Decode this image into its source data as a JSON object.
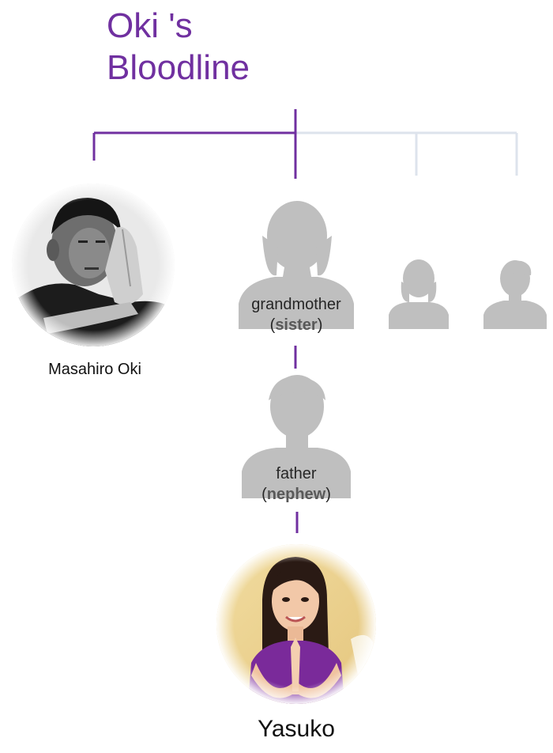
{
  "title": {
    "line1": "Oki 's",
    "line2": "Bloodline"
  },
  "people": {
    "masahiro": {
      "name": "Masahiro Oki"
    },
    "yasuko": {
      "name": "Yasuko"
    },
    "grandmother": {
      "role": "grandmother",
      "relation": "sister"
    },
    "father": {
      "role": "father",
      "relation": "nephew"
    }
  },
  "colors": {
    "accent": "#7030a0",
    "faded_line": "#dde3ec",
    "silhouette": "#bfbfbf"
  },
  "icons": {
    "sibling_female": "person-female-icon",
    "sibling_male": "person-male-icon"
  }
}
